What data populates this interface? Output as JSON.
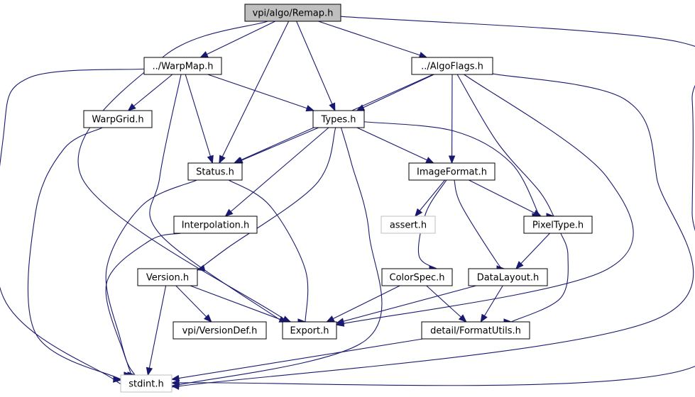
{
  "graph": {
    "title": "",
    "colors": {
      "edge": "#191970",
      "root_fill": "#bfbfbf",
      "node_fill": "#ffffff",
      "node_border": "#000000",
      "missing_border": "#bfbfbf"
    },
    "nodes": {
      "remap": {
        "label": "vpi/algo/Remap.h",
        "style": "root"
      },
      "warpmap": {
        "label": "../WarpMap.h",
        "style": "normal"
      },
      "algoflags": {
        "label": "../AlgoFlags.h",
        "style": "normal"
      },
      "warpgrid": {
        "label": "WarpGrid.h",
        "style": "normal"
      },
      "types": {
        "label": "Types.h",
        "style": "normal"
      },
      "status": {
        "label": "Status.h",
        "style": "normal"
      },
      "imageformat": {
        "label": "ImageFormat.h",
        "style": "normal"
      },
      "assert": {
        "label": "assert.h",
        "style": "missing"
      },
      "interpolation": {
        "label": "Interpolation.h",
        "style": "normal"
      },
      "pixeltype": {
        "label": "PixelType.h",
        "style": "normal"
      },
      "version": {
        "label": "Version.h",
        "style": "normal"
      },
      "colorspec": {
        "label": "ColorSpec.h",
        "style": "normal"
      },
      "datalayout": {
        "label": "DataLayout.h",
        "style": "normal"
      },
      "versiondef": {
        "label": "vpi/VersionDef.h",
        "style": "normal"
      },
      "export": {
        "label": "Export.h",
        "style": "normal"
      },
      "formatutils": {
        "label": "detail/FormatUtils.h",
        "style": "normal"
      },
      "stdint": {
        "label": "stdint.h",
        "style": "missing"
      }
    },
    "edges": [
      {
        "from": "remap",
        "to": "warpmap"
      },
      {
        "from": "remap",
        "to": "algoflags"
      },
      {
        "from": "remap",
        "to": "types"
      },
      {
        "from": "remap",
        "to": "status"
      },
      {
        "from": "remap",
        "to": "export"
      },
      {
        "from": "remap",
        "to": "stdint"
      },
      {
        "from": "warpmap",
        "to": "warpgrid"
      },
      {
        "from": "warpmap",
        "to": "types"
      },
      {
        "from": "warpmap",
        "to": "status"
      },
      {
        "from": "warpmap",
        "to": "export"
      },
      {
        "from": "warpmap",
        "to": "stdint"
      },
      {
        "from": "algoflags",
        "to": "types"
      },
      {
        "from": "algoflags",
        "to": "status"
      },
      {
        "from": "algoflags",
        "to": "imageformat"
      },
      {
        "from": "algoflags",
        "to": "pixeltype"
      },
      {
        "from": "algoflags",
        "to": "export"
      },
      {
        "from": "algoflags",
        "to": "stdint"
      },
      {
        "from": "warpgrid",
        "to": "stdint"
      },
      {
        "from": "types",
        "to": "status"
      },
      {
        "from": "types",
        "to": "imageformat"
      },
      {
        "from": "types",
        "to": "pixeltype"
      },
      {
        "from": "types",
        "to": "interpolation"
      },
      {
        "from": "types",
        "to": "version"
      },
      {
        "from": "types",
        "to": "stdint"
      },
      {
        "from": "status",
        "to": "export"
      },
      {
        "from": "status",
        "to": "stdint"
      },
      {
        "from": "imageformat",
        "to": "assert"
      },
      {
        "from": "imageformat",
        "to": "colorspec"
      },
      {
        "from": "imageformat",
        "to": "datalayout"
      },
      {
        "from": "imageformat",
        "to": "pixeltype"
      },
      {
        "from": "interpolation",
        "to": "stdint"
      },
      {
        "from": "pixeltype",
        "to": "datalayout"
      },
      {
        "from": "pixeltype",
        "to": "formatutils"
      },
      {
        "from": "version",
        "to": "versiondef"
      },
      {
        "from": "version",
        "to": "export"
      },
      {
        "from": "version",
        "to": "stdint"
      },
      {
        "from": "colorspec",
        "to": "export"
      },
      {
        "from": "colorspec",
        "to": "formatutils"
      },
      {
        "from": "datalayout",
        "to": "export"
      },
      {
        "from": "datalayout",
        "to": "formatutils"
      },
      {
        "from": "formatutils",
        "to": "stdint"
      }
    ]
  }
}
